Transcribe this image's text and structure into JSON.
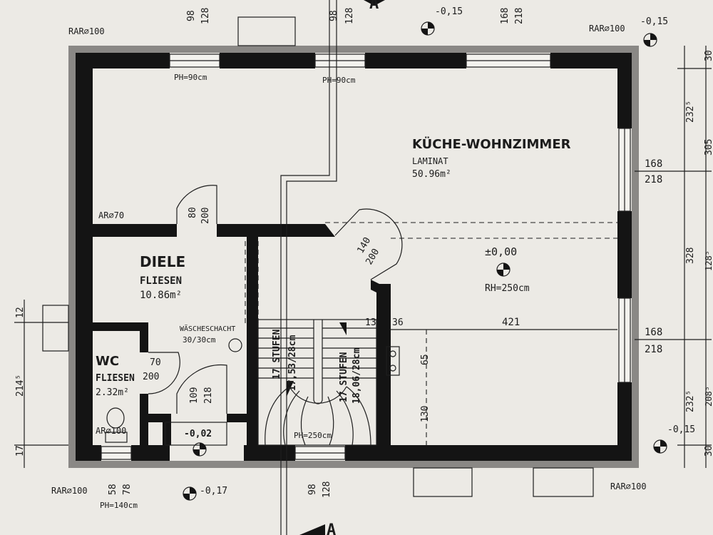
{
  "section_marker": "A",
  "rooms": {
    "kitchen": {
      "name": "KÜCHE-WOHNZIMMER",
      "floor": "LAMINAT",
      "area": "50.96m²"
    },
    "hall": {
      "name": "DIELE",
      "floor": "FLIESEN",
      "area": "10.86m²"
    },
    "wc": {
      "name": "WC",
      "floor": "FLIESEN",
      "area": "2.32m²"
    }
  },
  "levels": {
    "main": "±0,00",
    "main_room_height": "RH=250cm",
    "top_left": "-0,15",
    "top_right": "-0,15",
    "right_bottom": "-0,15",
    "entry": "-0,02",
    "bottom_left": "-0,17"
  },
  "openings": {
    "top_win1_a": "98",
    "top_win1_b": "128",
    "top_win1_ph": "PH=90cm",
    "top_win2_a": "98",
    "top_win2_b": "128",
    "top_win2_ph": "PH=90cm",
    "top_win3_a": "168",
    "top_win3_b": "218",
    "right_win1_a": "168",
    "right_win1_b": "218",
    "right_win2_a": "168",
    "right_win2_b": "218",
    "bottom_win1_a": "58",
    "bottom_win1_b": "78",
    "bottom_win1_ph": "PH=140cm",
    "bottom_win2_a": "98",
    "bottom_win2_b": "128",
    "bottom_win2_ph": "PH=250cm",
    "door_hall_a": "80",
    "door_hall_b": "200",
    "door_kitchen_a": "140",
    "door_kitchen_b": "200",
    "door_wc_a": "70",
    "door_wc_b": "200",
    "door_entry_a": "109",
    "door_entry_b": "218"
  },
  "ventilation": {
    "rar_top_left": "RAR⌀100",
    "rar_top_right": "RAR⌀100",
    "rar_bottom_left": "RAR⌀100",
    "rar_bottom_right": "RAR⌀100",
    "ar_hall": "AR⌀70",
    "ar_wc": "AR⌀100"
  },
  "laundry_chute": {
    "name": "WÄSCHESCHACHT",
    "size": "30/30cm"
  },
  "stairs": {
    "left_steps": "17 STUFEN",
    "left_rise": "17,53/28cm",
    "right_steps": "17 STUFEN",
    "right_rise": "18,06/28cm"
  },
  "dimensions": {
    "d421": "421",
    "d13": "13",
    "d36": "36",
    "d65": "65",
    "d130": "130",
    "right_232a": "232⁵",
    "right_305": "305",
    "right_328": "328",
    "right_232b": "232⁵",
    "right_30a": "30",
    "right_30b": "30",
    "right_128": "128⁵",
    "right_208": "208⁵",
    "left_12": "12",
    "left_214": "214⁵",
    "left_17": "17"
  }
}
